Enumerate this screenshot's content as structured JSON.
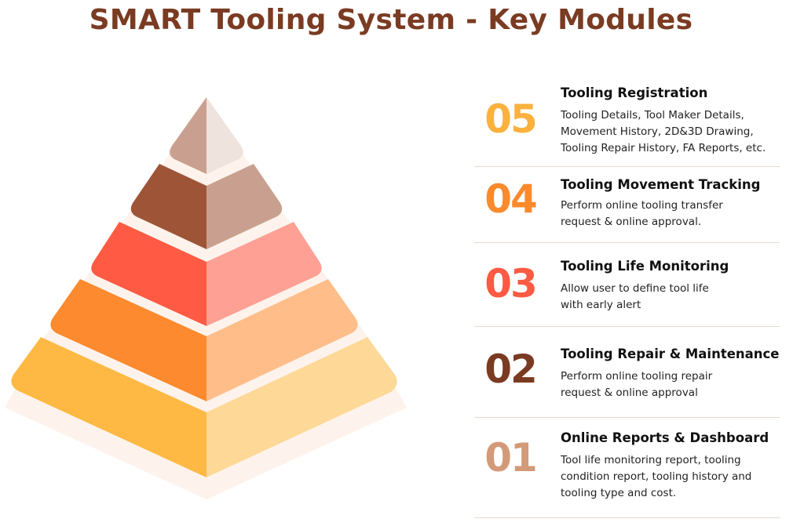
{
  "title": "SMART Tooling System - Key Modules",
  "colors": {
    "title": "#7a3b22",
    "backdrop": "#fdf3ec",
    "rule": "#ead9cc"
  },
  "pyramid": {
    "layers": [
      {
        "level": "05",
        "left_color": "#c9a08f",
        "right_color": "#efe3dd"
      },
      {
        "level": "04",
        "left_color": "#9e5537",
        "right_color": "#c9a08f"
      },
      {
        "level": "03",
        "left_color": "#ff5a43",
        "right_color": "#ffa094"
      },
      {
        "level": "02",
        "left_color": "#fd8a2e",
        "right_color": "#ffbe89"
      },
      {
        "level": "01",
        "left_color": "#feb944",
        "right_color": "#fed896"
      }
    ]
  },
  "modules": [
    {
      "number": "05",
      "color": "#fbb13d",
      "heading": "Tooling Registration",
      "description": [
        "Tooling Details, Tool Maker Details,",
        "Movement History, 2D&3D Drawing,",
        "Tooling Repair History, FA Reports, etc."
      ]
    },
    {
      "number": "04",
      "color": "#fb8a2d",
      "heading": "Tooling Movement Tracking",
      "description": [
        "Perform online tooling transfer",
        "request & online approval."
      ]
    },
    {
      "number": "03",
      "color": "#fd5a43",
      "heading": "Tooling Life Monitoring",
      "description": [
        "Allow user to define tool life",
        "with early alert"
      ]
    },
    {
      "number": "02",
      "color": "#7a3b22",
      "heading": "Tooling Repair & Maintenance",
      "description": [
        "Perform online tooling repair",
        "request & online approval"
      ]
    },
    {
      "number": "01",
      "color": "#d39a79",
      "heading": "Online Reports & Dashboard",
      "description": [
        "Tool life monitoring report, tooling",
        "condition report, tooling history and",
        "tooling type and cost."
      ]
    }
  ]
}
